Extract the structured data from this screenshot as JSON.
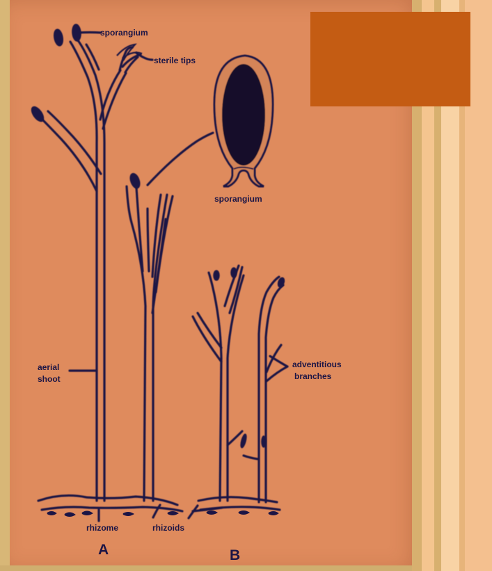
{
  "diagram": {
    "labels": {
      "sporangium_top": "sporangium",
      "sterile_tips": "sterile tips",
      "sporangium_detail": "sporangium",
      "aerial_shoot_line1": "aerial",
      "aerial_shoot_line2": "shoot",
      "adventitious_line1": "adventitious",
      "adventitious_line2": "branches",
      "rhizome": "rhizome",
      "rhizoids": "rhizoids",
      "figure_a": "A",
      "figure_b": "B"
    },
    "colors": {
      "background_panel": "#df8b5d",
      "ink": "#1c1545",
      "overlay_box": "#c45c13",
      "stripe_light": "#f2b88c",
      "stripe_gold": "#d8b777"
    }
  }
}
